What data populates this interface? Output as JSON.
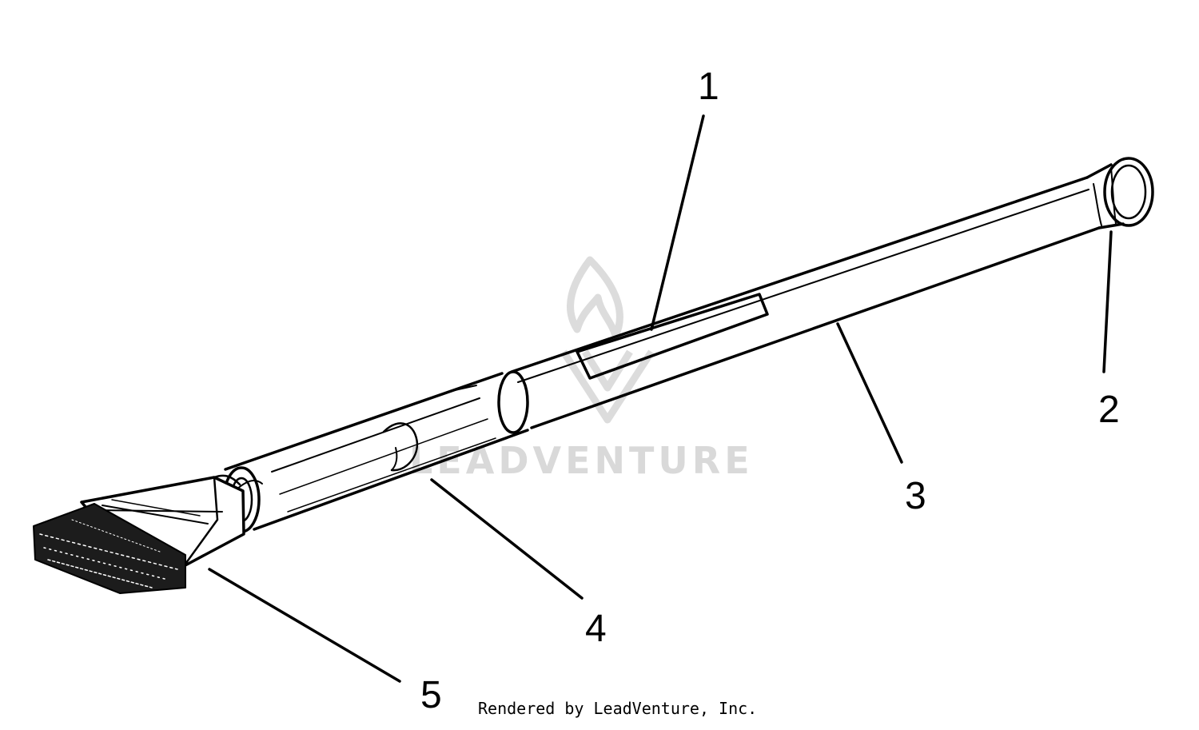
{
  "diagram": {
    "callouts": [
      {
        "id": "1"
      },
      {
        "id": "2"
      },
      {
        "id": "3"
      },
      {
        "id": "4"
      },
      {
        "id": "5"
      }
    ],
    "watermark": "LEADVENTURE",
    "credit": "Rendered by LeadVenture, Inc."
  },
  "colors": {
    "ink": "#000000",
    "watermark": "#d9d9d9",
    "background": "#ffffff"
  }
}
